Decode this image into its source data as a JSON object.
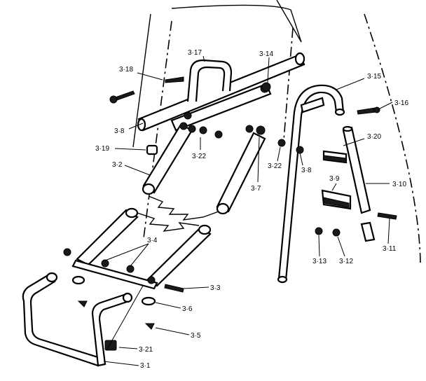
{
  "callouts": [
    {
      "id": "3-18",
      "text": "3·18"
    },
    {
      "id": "3-17",
      "text": "3·17"
    },
    {
      "id": "3-14",
      "text": "3·14"
    },
    {
      "id": "3-15",
      "text": "3·15"
    },
    {
      "id": "3-16",
      "text": "3·16"
    },
    {
      "id": "3-8a",
      "text": "3·8"
    },
    {
      "id": "3-19",
      "text": "3·19"
    },
    {
      "id": "3-22a",
      "text": "3·22"
    },
    {
      "id": "3-20",
      "text": "3·20"
    },
    {
      "id": "3-2",
      "text": "3·2"
    },
    {
      "id": "3-22b",
      "text": "3·22"
    },
    {
      "id": "3-8b",
      "text": "3·8"
    },
    {
      "id": "3-7",
      "text": "3·7"
    },
    {
      "id": "3-9",
      "text": "3·9"
    },
    {
      "id": "3-10",
      "text": "3·10"
    },
    {
      "id": "3-4",
      "text": "3·4"
    },
    {
      "id": "3-11",
      "text": "3·11"
    },
    {
      "id": "3-13",
      "text": "3·13"
    },
    {
      "id": "3-12",
      "text": "3·12"
    },
    {
      "id": "3-3",
      "text": "3·3"
    },
    {
      "id": "3-6",
      "text": "3·6"
    },
    {
      "id": "3-5",
      "text": "3·5"
    },
    {
      "id": "3-21",
      "text": "3·21"
    },
    {
      "id": "3-1",
      "text": "3·1"
    }
  ]
}
